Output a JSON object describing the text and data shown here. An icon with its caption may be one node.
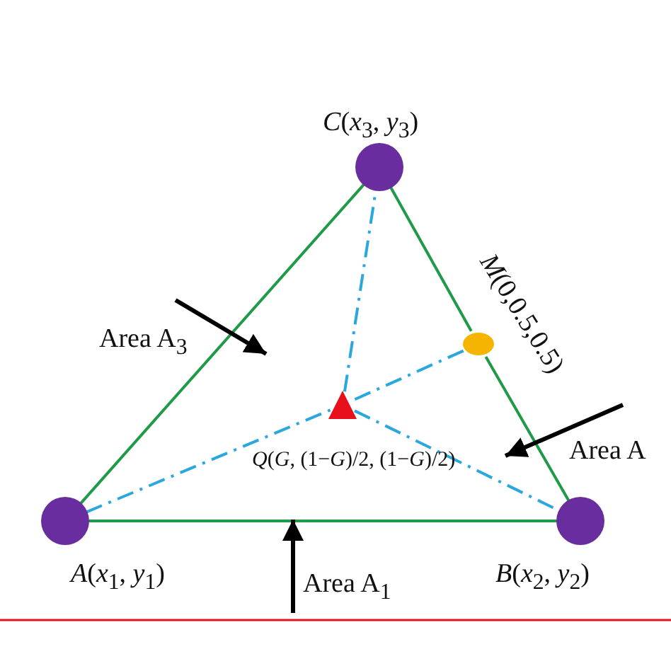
{
  "diagram": {
    "nodes": [
      {
        "text": [],
        "shape": "circle",
        "beside": [
          "*C*(*x*$_{3}$, *y*$_{3}$)"
        ]
      },
      {
        "text": [],
        "shape": "circle",
        "beside": [
          "*M*(0,0.5,0.5)"
        ]
      },
      {
        "text": [],
        "shape": "triangle",
        "beside": [
          "*Q*(*G*, (1−*G*)/2, (1−*G*)/2)"
        ]
      },
      {
        "text": [],
        "shape": "circle",
        "beside": [
          "*A*(*x*$_{1}$, *y*$_{1}$)"
        ]
      },
      {
        "text": [],
        "shape": "circle",
        "beside": [
          "*B*(*x*$_{2}$, *y*$_{2}$)"
        ]
      },
      {
        "text": [
          "Area A$_{3}$"
        ]
      },
      {
        "text": [
          "Area A"
        ]
      },
      {
        "text": [
          "Area A$_{1}$"
        ]
      }
    ],
    "edges": [
      {
        "from": 3,
        "to": 4,
        "arrow": "none",
        "color": "#1f9a48"
      },
      {
        "from": 4,
        "to": 1,
        "arrow": "none",
        "color": "#1f9a48"
      },
      {
        "from": 1,
        "to": 0,
        "arrow": "none",
        "color": "#1f9a48"
      },
      {
        "from": 0,
        "to": 3,
        "arrow": "none",
        "color": "#1f9a48"
      },
      {
        "from": 2,
        "to": 0,
        "arrow": "none",
        "style": "dashed",
        "color": "#2aa7df"
      },
      {
        "from": 3,
        "to": 2,
        "arrow": "none",
        "style": "dashed",
        "color": "#2aa7df"
      },
      {
        "from": 2,
        "to": 1,
        "arrow": "none",
        "style": "dashed",
        "color": "#2aa7df"
      },
      {
        "from": 2,
        "to": 4,
        "arrow": "none",
        "style": "dashed",
        "color": "#2aa7df"
      },
      {
        "from": 5,
        "to": null,
        "arrow": "to",
        "color": "#000000"
      },
      {
        "from": 6,
        "to": null,
        "arrow": "to",
        "color": "#000000"
      },
      {
        "from": 7,
        "to": null,
        "arrow": "to",
        "color": "#000000"
      }
    ]
  }
}
